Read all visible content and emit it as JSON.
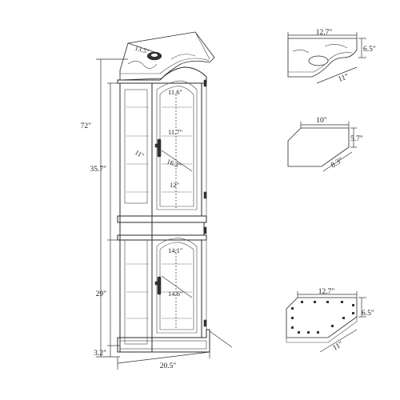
{
  "dimensions": {
    "cabinet": {
      "total_height": "72\"",
      "upper_height": "35.7\"",
      "lower_height": "29\"",
      "base_height": "3.2\"",
      "width": "20.5\"",
      "top_depth": "13.5\"",
      "upper_shelf_1": "11.6\"",
      "upper_shelf_2": "11.7\"",
      "upper_shelf_3": "16.3\"",
      "upper_shelf_4": "12\"",
      "side_depth": "11\"",
      "lower_shelf_1": "14.1\"",
      "lower_shelf_2": "14.6\""
    },
    "top_view": {
      "width": "12.7\"",
      "height": "6.5\"",
      "depth": "11\""
    },
    "shelf_view": {
      "width": "10\"",
      "height": "5.7\"",
      "depth": "8.3\""
    },
    "base_view": {
      "width": "12.7\"",
      "height": "6.5\"",
      "depth": "11\""
    }
  }
}
